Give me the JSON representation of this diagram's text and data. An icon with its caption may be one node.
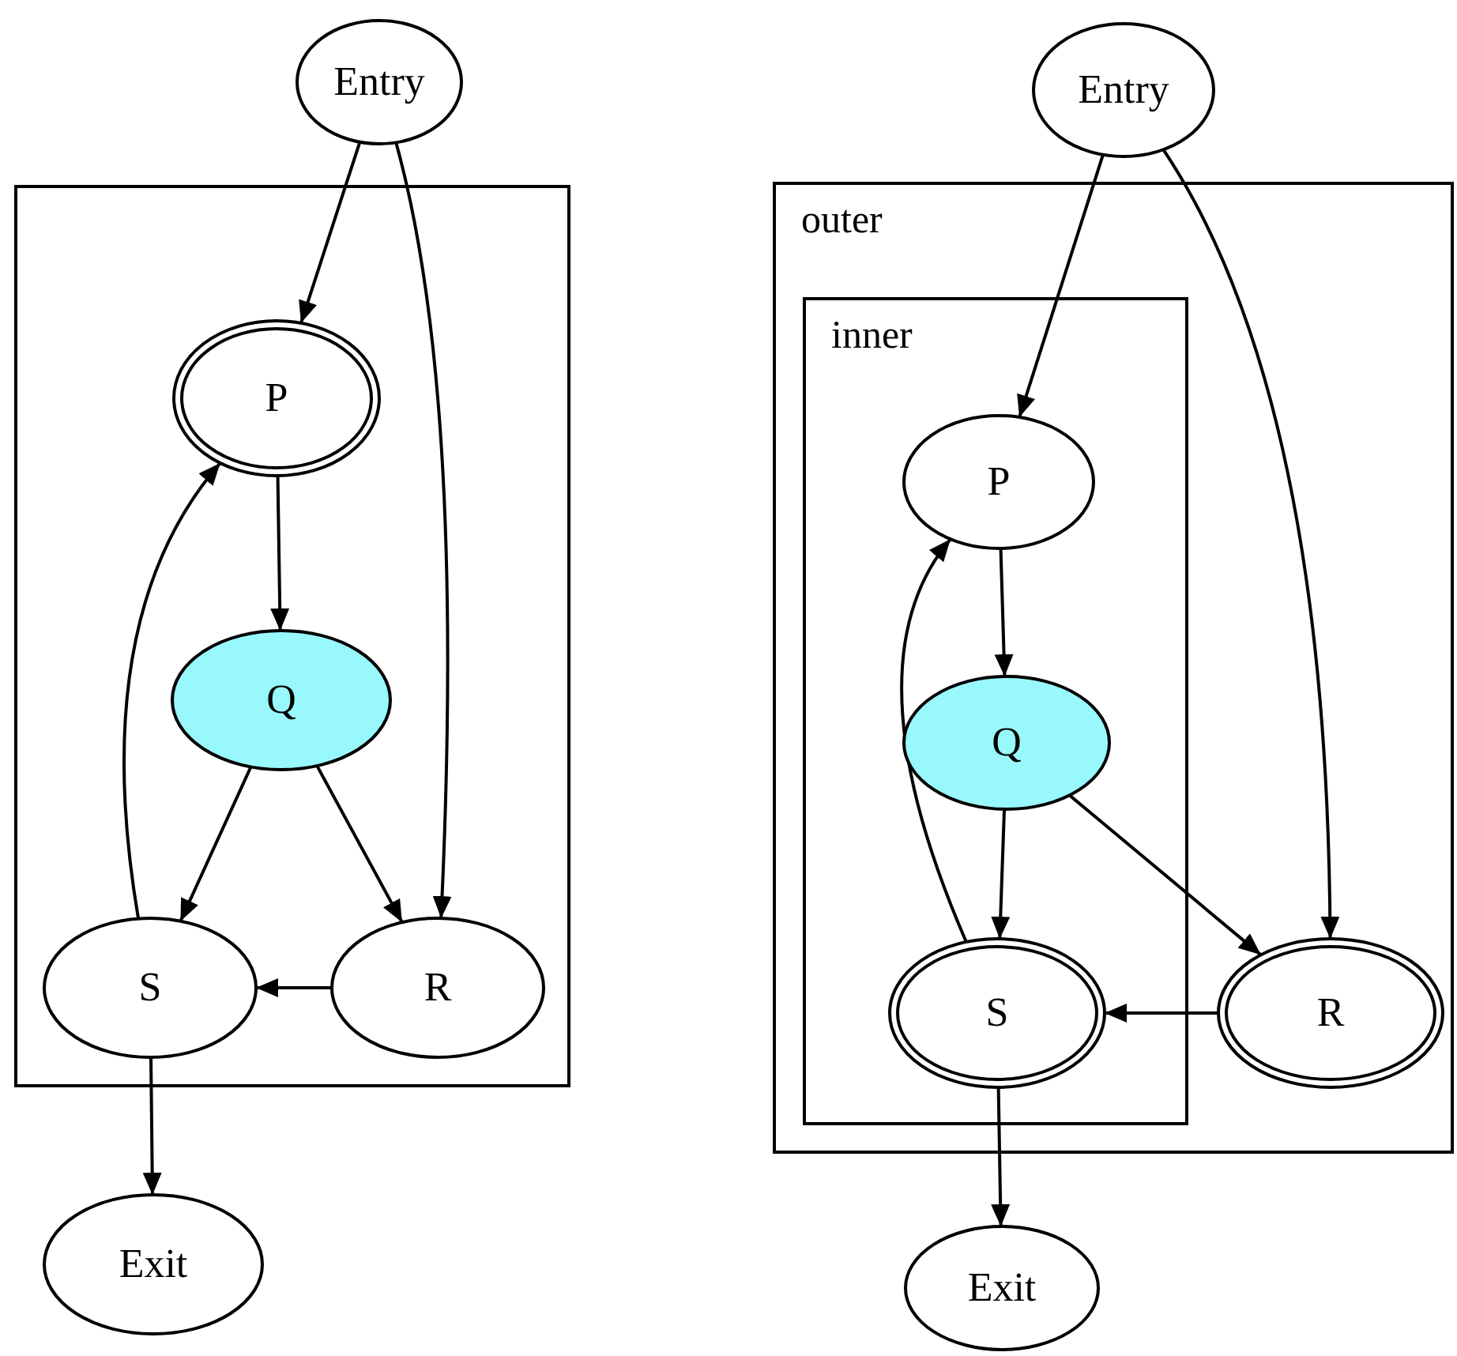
{
  "diagram": {
    "nodes": [
      {
        "text": [
          "Entry"
        ]
      },
      {
        "text": [],
        "shape": "box"
      },
      {
        "text": [
          "P"
        ],
        "in": 1
      },
      {
        "text": [
          "Q"
        ],
        "in": 1
      },
      {
        "text": [
          "S"
        ],
        "in": 1
      },
      {
        "text": [
          "R"
        ],
        "in": 1
      },
      {
        "text": [
          "Exit"
        ]
      },
      {
        "text": [
          "Entry"
        ]
      },
      {
        "text": [
          "outer"
        ]
      },
      {
        "text": [
          "inner"
        ],
        "in": 8
      },
      {
        "text": [
          "P"
        ],
        "in": 9
      },
      {
        "text": [
          "Q"
        ],
        "in": 9
      },
      {
        "text": [
          "S"
        ],
        "in": 9
      },
      {
        "text": [
          "R"
        ],
        "in": 8
      },
      {
        "text": [
          "Exit"
        ]
      }
    ],
    "edges": [
      {
        "from": 0,
        "to": 2,
        "arrow": "to"
      },
      {
        "from": 0,
        "to": 5,
        "arrow": "to"
      },
      {
        "from": 2,
        "to": 3,
        "arrow": "to"
      },
      {
        "from": 3,
        "to": 4,
        "arrow": "to"
      },
      {
        "from": 3,
        "to": 5,
        "arrow": "to"
      },
      {
        "from": 5,
        "to": 4,
        "arrow": "to"
      },
      {
        "from": 4,
        "to": 2,
        "arrow": "to"
      },
      {
        "from": 4,
        "to": 6,
        "arrow": "to"
      },
      {
        "from": 7,
        "to": 10,
        "arrow": "to"
      },
      {
        "from": 7,
        "to": 13,
        "arrow": "to"
      },
      {
        "from": 10,
        "to": 11,
        "arrow": "to"
      },
      {
        "from": 11,
        "to": 12,
        "arrow": "to"
      },
      {
        "from": 11,
        "to": 13,
        "arrow": "to"
      },
      {
        "from": 13,
        "to": 12,
        "arrow": "to"
      },
      {
        "from": 12,
        "to": 10,
        "arrow": "to"
      },
      {
        "from": 12,
        "to": 14,
        "arrow": "to"
      }
    ]
  }
}
